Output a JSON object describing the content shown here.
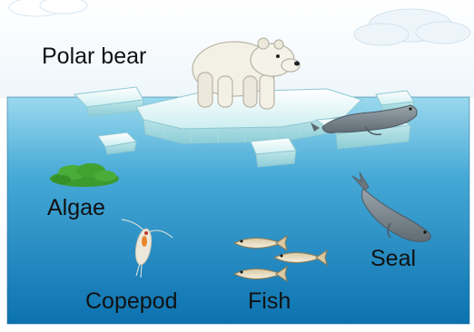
{
  "labels": {
    "polar_bear": "Polar bear",
    "algae": "Algae",
    "copepod": "Copepod",
    "fish": "Fish",
    "seal": "Seal"
  },
  "icons": [
    "polar-bear-icon",
    "ice-floe-icon",
    "resting-seal-icon",
    "swimming-seal-icon",
    "algae-icon",
    "copepod-icon",
    "fish-icon",
    "cloud-icon"
  ],
  "colors": {
    "sky": "#ffffff",
    "water_top": "#8fd4ea",
    "water_bottom": "#0d79b8",
    "ice": "#dff4f5",
    "algae": "#3c9a2e",
    "seal": "#7f8b93"
  }
}
